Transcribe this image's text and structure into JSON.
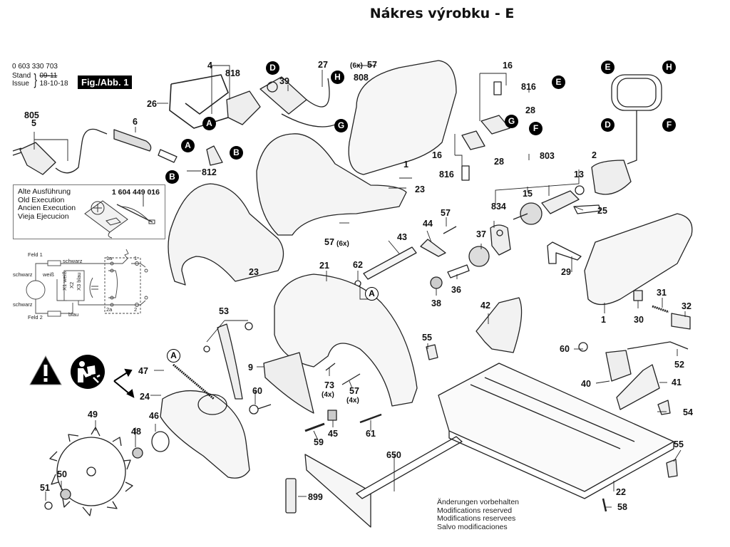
{
  "header": {
    "title": "Nákres výrobku - E"
  },
  "meta": {
    "part_number": "0 603 330 703",
    "stand_label": "Stand",
    "issue_label": "Issue",
    "old_date": "09-11",
    "issue_date": "18-10-18",
    "figure_label": "Fig./Abb. 1"
  },
  "old_execution": {
    "lines": [
      "Alte Ausführung",
      "Old Execution",
      "Ancien Execution",
      "Vieja Ejecucion"
    ],
    "part_number": "1 604 449 016"
  },
  "wiring": {
    "labels": {
      "feld1": "Feld 1",
      "feld2": "Feld 2",
      "schwarz_top": "schwarz",
      "schwarz_left1": "schwarz",
      "schwarz_left2": "schwarz",
      "weiss": "weiß",
      "blau": "blau",
      "x1": "X1 weiß",
      "x2": "X2",
      "x3": "X3 blau",
      "t1a": "1a",
      "t1": "1",
      "t2a": "2a",
      "t2": "2"
    }
  },
  "notes": {
    "lines": [
      "Änderungen vorbehalten",
      "Modifications reserved",
      "Modifications reservees",
      "Salvo modificaciones"
    ]
  },
  "callouts": {
    "A": "A",
    "B": "B",
    "D": "D",
    "E": "E",
    "F": "F",
    "G": "G",
    "H": "H"
  },
  "parts": {
    "p1": "1",
    "p1b": "1",
    "p2": "2",
    "p4": "4",
    "p5": "5",
    "p6": "6",
    "p9": "9",
    "p13": "13",
    "p15": "15",
    "p16a": "16",
    "p16b": "16",
    "p21": "21",
    "p22": "22",
    "p23a": "23",
    "p23b": "23",
    "p24": "24",
    "p25": "25",
    "p26": "26",
    "p27": "27",
    "p28a": "28",
    "p28b": "28",
    "p29": "29",
    "p30": "30",
    "p31": "31",
    "p32": "32",
    "p36": "36",
    "p37": "37",
    "p38": "38",
    "p39": "39",
    "p40": "40",
    "p41": "41",
    "p42": "42",
    "p43": "43",
    "p44": "44",
    "p45": "45",
    "p46": "46",
    "p47": "47",
    "p48": "48",
    "p49": "49",
    "p50": "50",
    "p51": "51",
    "p52": "52",
    "p53": "53",
    "p54": "54",
    "p55a": "55",
    "p55b": "55",
    "p57a": "57",
    "p57b": "57",
    "p57c": "57",
    "p57d": "57",
    "p58": "58",
    "p59": "59",
    "p60a": "60",
    "p60b": "60",
    "p61": "61",
    "p62": "62",
    "p73": "73",
    "p650": "650",
    "p803": "803",
    "p805": "805",
    "p808": "808",
    "p812": "812",
    "p816a": "816",
    "p816b": "816",
    "p818": "818",
    "p834": "834",
    "p899": "899"
  },
  "quantities": {
    "q57a": "(6x)",
    "q57b": "(6x)",
    "q57d": "(4x)",
    "q73": "(4x)"
  },
  "symbols": {
    "warning": "warning-triangle-icon",
    "manual": "read-manual-icon"
  }
}
